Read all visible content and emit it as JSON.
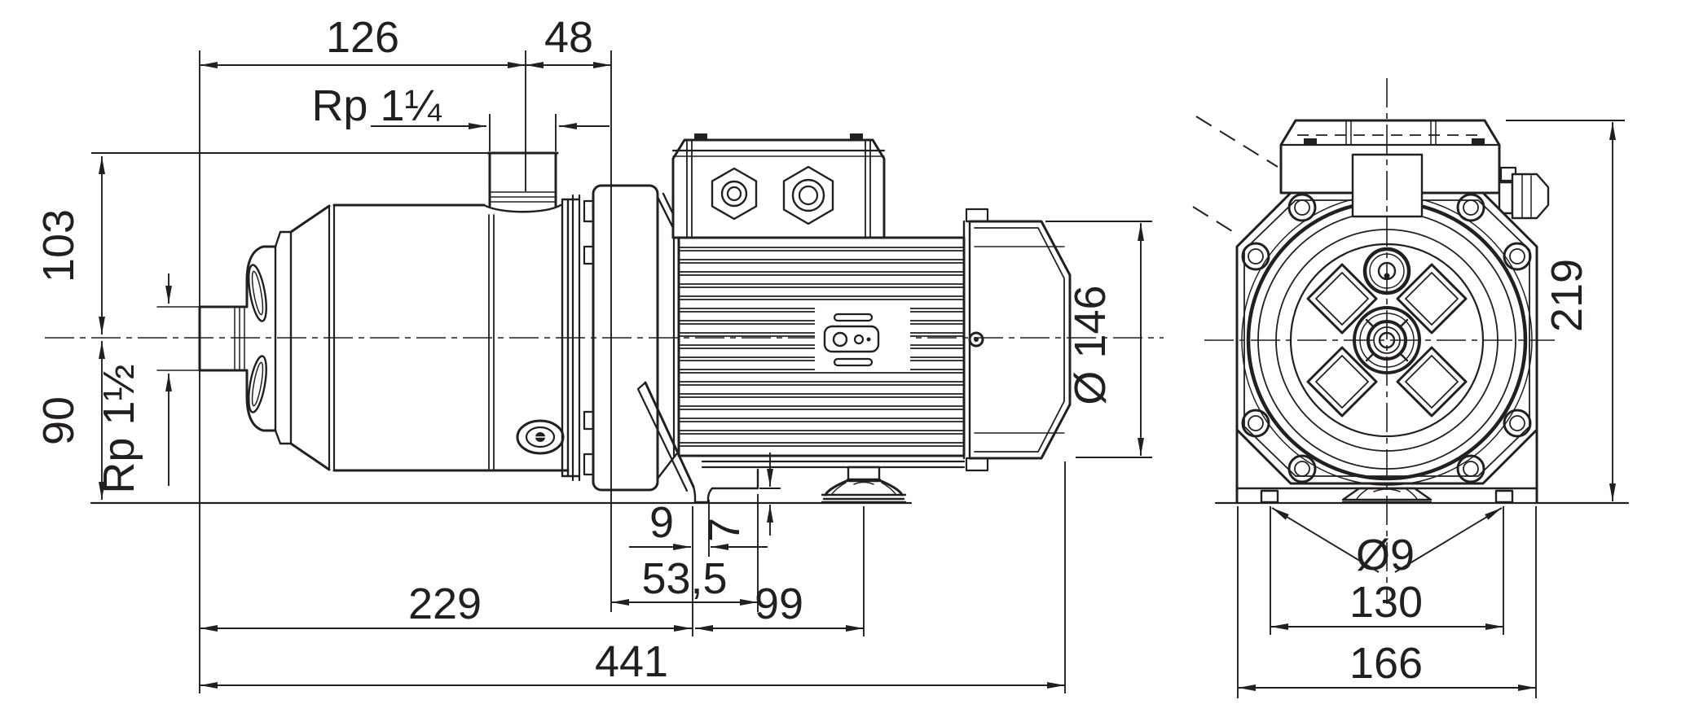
{
  "drawing": {
    "background": "#ffffff",
    "line_color": "#231f20",
    "description": "Two-view technical dimension drawing of a horizontal multistage centrifugal pump with motor"
  },
  "side_view": {
    "dim_top_width": "126",
    "dim_port_to_flange": "48",
    "discharge_port_label": "Rp 1¼",
    "dim_height_above_axis": "103",
    "dim_height_below_axis": "90",
    "suction_port_label": "Rp 1½",
    "dim_motor_diameter": "Ø 146",
    "dim_slot_width": "9",
    "dim_foot_gap": "7",
    "dim_flange_to_foot": "53,5",
    "dim_suction_to_foot": "229",
    "dim_foot_to_motorfoot": "99",
    "dim_total_length": "441"
  },
  "front_view": {
    "dim_total_height": "219",
    "mounting_hole_label": "Ø9",
    "dim_hole_spacing": "130",
    "dim_base_width": "166"
  }
}
